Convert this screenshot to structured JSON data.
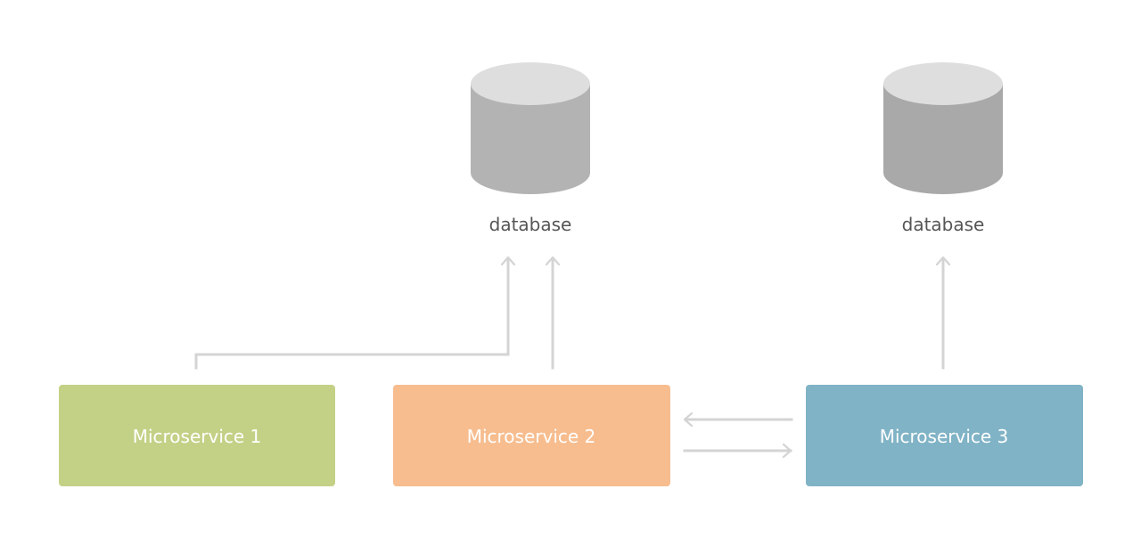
{
  "databases": [
    {
      "label": "database"
    },
    {
      "label": "database"
    }
  ],
  "services": [
    {
      "label": "Microservice 1"
    },
    {
      "label": "Microservice 2"
    },
    {
      "label": "Microservice 3"
    }
  ],
  "colors": {
    "microservice_1": "#c3d186",
    "microservice_2": "#f7bd8f",
    "microservice_3": "#80b3c6",
    "database_top": "#dedede",
    "database_body": "#b3b3b3",
    "database_body_2": "#a9a9a9",
    "connector": "#d4d4d4",
    "label_dark": "#555555",
    "label_light": "#ffffff"
  }
}
